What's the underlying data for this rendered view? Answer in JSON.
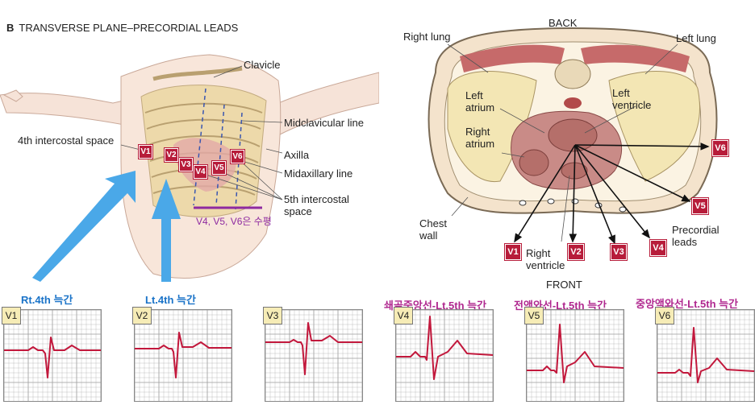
{
  "panel_title": {
    "letter": "B",
    "text": "TRANSVERSE PLANE–PRECORDIAL LEADS"
  },
  "body_labels": {
    "clavicle": "Clavicle",
    "midclavicular": "Midclavicular line",
    "axilla": "Axilla",
    "midaxillary": "Midaxillary line",
    "fifth_intercostal": "5th intercostal space",
    "fourth_intercostal": "4th intercostal space"
  },
  "body_note": "V4, V5, V6은 수평",
  "section_labels": {
    "back": "BACK",
    "front": "FRONT",
    "right_lung": "Right lung",
    "left_lung": "Left lung",
    "left_atrium": "Left atrium",
    "left_ventricle": "Left ventricle",
    "right_atrium": "Right atrium",
    "right_ventricle": "Right ventricle",
    "chest_wall": "Chest wall",
    "precordial_leads": "Precordial leads"
  },
  "leads": [
    "V1",
    "V2",
    "V3",
    "V4",
    "V5",
    "V6"
  ],
  "placements": {
    "v1": "Rt.4th 늑간",
    "v2": "Lt.4th 늑간",
    "v4": "쇄골중앙선-Lt.5th 늑간",
    "v5": "전액와선-Lt.5th 늑간",
    "v6": "중앙액와선-Lt.5th 늑간"
  },
  "colors": {
    "lead_box": "#b71c3a",
    "ecg_trace": "#c2183c",
    "ecg_grid": "#9a9a9a",
    "arrow_blue": "#4aa8e8",
    "placement_blue": "#1a73c8",
    "placement_magenta": "#b0288f",
    "note_purple": "#8e2aa0"
  }
}
